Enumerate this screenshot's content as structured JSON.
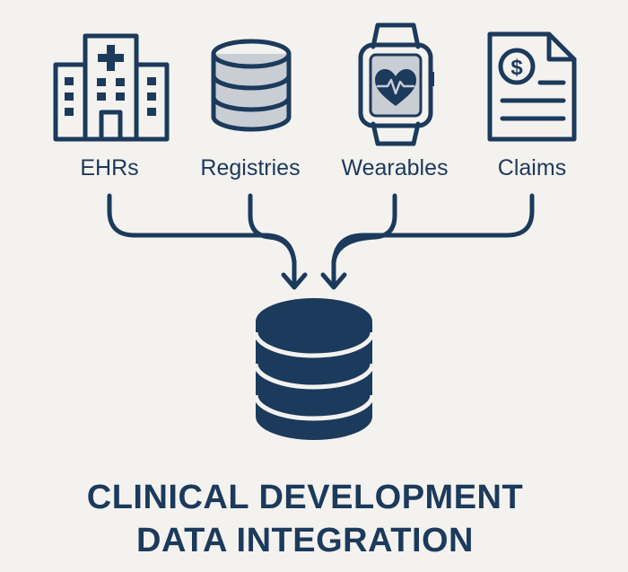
{
  "sources": [
    {
      "label": "EHRs",
      "icon": "hospital-building-icon"
    },
    {
      "label": "Registries",
      "icon": "database-icon"
    },
    {
      "label": "Wearables",
      "icon": "smartwatch-heart-icon"
    },
    {
      "label": "Claims",
      "icon": "claims-document-dollar-icon"
    }
  ],
  "target": {
    "icon": "integrated-database-icon"
  },
  "title": {
    "line1": "CLINICAL DEVELOPMENT",
    "line2": "DATA INTEGRATION"
  },
  "colors": {
    "navy": "#1b3a5c",
    "light_fill": "#c9cdd4",
    "background": "#f4f2ef"
  }
}
